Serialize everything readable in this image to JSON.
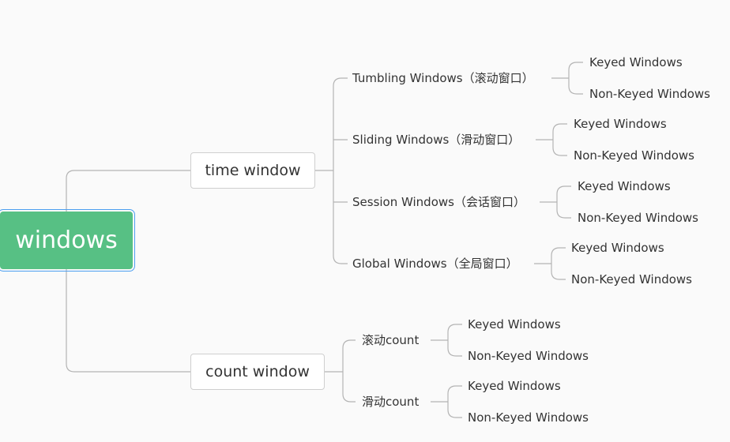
{
  "root": {
    "label": "windows"
  },
  "time_window": {
    "label": "time window",
    "items": [
      {
        "label": "Tumbling Windows（滚动窗口）",
        "keyed": "Keyed Windows",
        "nonkeyed": "Non-Keyed Windows"
      },
      {
        "label": "Sliding Windows（滑动窗口）",
        "keyed": "Keyed Windows",
        "nonkeyed": "Non-Keyed Windows"
      },
      {
        "label": "Session Windows（会话窗口）",
        "keyed": "Keyed Windows",
        "nonkeyed": "Non-Keyed Windows"
      },
      {
        "label": "Global Windows（全局窗口）",
        "keyed": "Keyed Windows",
        "nonkeyed": "Non-Keyed Windows"
      }
    ]
  },
  "count_window": {
    "label": "count window",
    "items": [
      {
        "label": "滚动count",
        "keyed": "Keyed Windows",
        "nonkeyed": "Non-Keyed Windows"
      },
      {
        "label": "滑动count",
        "keyed": "Keyed Windows",
        "nonkeyed": "Non-Keyed Windows"
      }
    ]
  }
}
